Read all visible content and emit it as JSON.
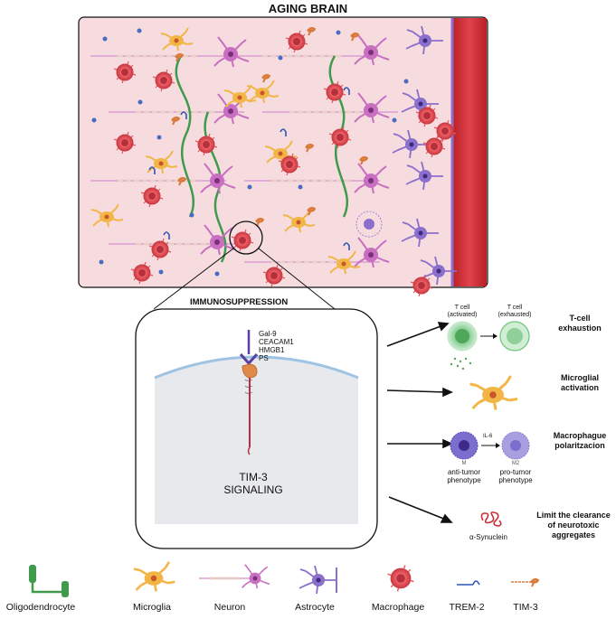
{
  "title": "AGING BRAIN",
  "immunosuppression": "IMMUNOSUPPRESSION",
  "ligands": [
    "Gal-9",
    "CEACAM1",
    "HMGB1",
    "PS"
  ],
  "signaling": [
    "TIM-3",
    "SIGNALING"
  ],
  "effects": {
    "tcell": {
      "activated": [
        "T cell",
        "(activated)"
      ],
      "exhausted": [
        "T cell",
        "(exhausted)"
      ],
      "heading": [
        "T-cell",
        "exhaustion"
      ]
    },
    "microglia": {
      "heading": [
        "Microglial",
        "activation"
      ]
    },
    "macrophage": {
      "m1": "M",
      "m2": "M2",
      "il6": "IL-6",
      "anti": [
        "anti-tumor",
        "phenotype"
      ],
      "pro": [
        "pro-tumor",
        "phenotype"
      ],
      "heading": [
        "Macrophague",
        "polaritzacion"
      ]
    },
    "aggregates": {
      "protein": "α-Synuclein",
      "heading": [
        "Limit the clearance",
        "of neurotoxic",
        "aggregates"
      ]
    }
  },
  "legend": [
    "Oligodendrocyte",
    "Microglia",
    "Neuron",
    "Astrocyte",
    "Macrophage",
    "TREM-2",
    "TIM-3"
  ],
  "colors": {
    "tissue": "#f6dcdf",
    "vessel": "#d42d35",
    "neuron": "#c96fc1",
    "astrocyte": "#8a6fcc",
    "microglia": "#f2b646",
    "macrophage": "#e8545c",
    "oligodendrocyte": "#3f9a4b",
    "tcell": "#6fc37a",
    "m1": "#7a6fcf",
    "m2": "#a79fe0",
    "dot": "#4a6bc2"
  }
}
